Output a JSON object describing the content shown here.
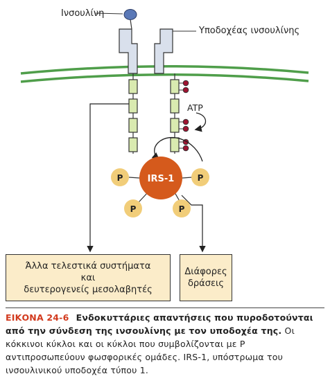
{
  "diagram": {
    "insulin_label": "Ινσουλίνη",
    "receptor_label": "Υποδοχέας ινσουλίνης",
    "atp_label": "ATP",
    "irs_label": "IRS-1",
    "phosphate_label": "P",
    "box_left": {
      "line1": "Άλλα τελεστικά συστήματα",
      "line2": "και",
      "line3": "δευτερογενείς μεσολαβητές"
    },
    "box_right": {
      "line1": "Διάφορες",
      "line2": "δράσεις"
    },
    "colors": {
      "membrane": "#4f9e4a",
      "receptor_segment": "#d9eab0",
      "irs_circle": "#d55a1c",
      "phosphate_circle": "#f1cd79",
      "red_phosphate": "#9e1431",
      "insulin": "#5a78b7",
      "caption_label": "#d23a1e",
      "box_fill": "#fbecc9"
    }
  },
  "caption": {
    "label": "ΕΙΚΟΝΑ 24-6",
    "title": "Ενδοκυττάριες απαντήσεις που πυροδοτούνται από την σύνδεση της ινσουλίνης με τον υποδοχέα της.",
    "body": "Οι κόκκινοι κύκλοι και οι κύκλοι που συμβολίζονται με P αντιπροσωπεύουν φωσφορικές ομάδες. IRS-1, υπόστρωμα του ινσουλινικού υποδοχέα τύπου 1."
  }
}
